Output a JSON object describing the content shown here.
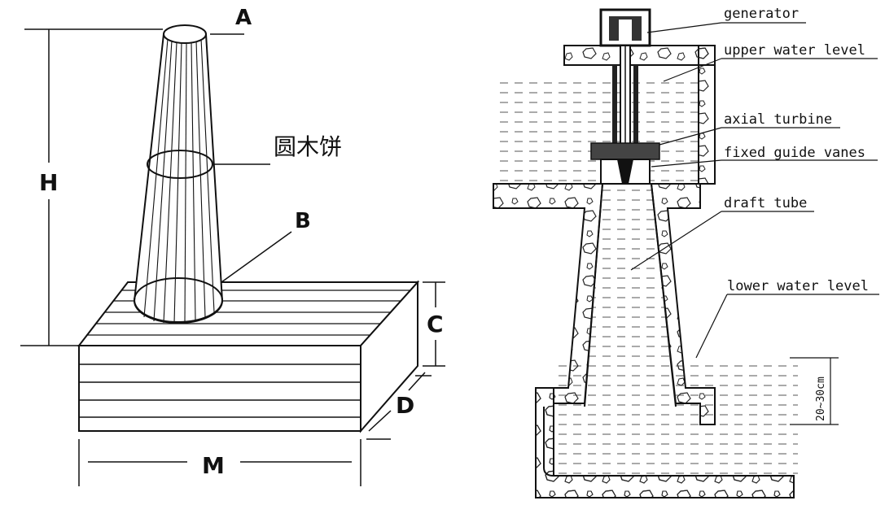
{
  "left_figure": {
    "labels": {
      "A": "A",
      "B": "B",
      "C": "C",
      "D": "D",
      "H": "H",
      "M": "M",
      "wood_cake": "圆木饼"
    }
  },
  "right_figure": {
    "labels": {
      "generator": "generator",
      "upper_water_level": "upper water level",
      "axial_turbine": "axial turbine",
      "fixed_guide_vanes": "fixed guide vanes",
      "draft_tube": "draft tube",
      "lower_water_level": "lower water level",
      "depth": "20~30cm"
    }
  },
  "colors": {
    "line": "#111111",
    "background": "#ffffff"
  }
}
